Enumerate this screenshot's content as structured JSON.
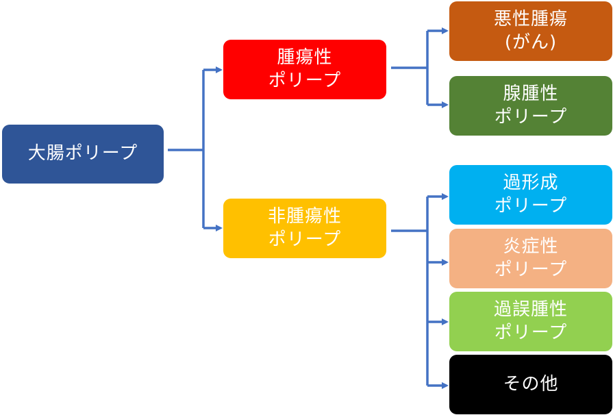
{
  "nodes": {
    "root": {
      "label": "大腸ポリープ",
      "color": "#2F5597"
    },
    "tumor": {
      "label": "腫瘍性\nポリープ",
      "color": "#FF0000"
    },
    "non_tumor": {
      "label": "非腫瘍性\nポリープ",
      "color": "#FFC000"
    },
    "malignant": {
      "label": "悪性腫瘍\n(がん)",
      "color": "#C55A11"
    },
    "adenoma": {
      "label": "腺腫性\nポリープ",
      "color": "#548235"
    },
    "hyperplastic": {
      "label": "過形成\nポリープ",
      "color": "#00B0F0"
    },
    "inflammatory": {
      "label": "炎症性\nポリープ",
      "color": "#F4B183"
    },
    "hamartomatous": {
      "label": "過誤腫性\nポリープ",
      "color": "#92D050"
    },
    "other": {
      "label": "その他",
      "color": "#000000"
    }
  },
  "connector_color": "#4472C4"
}
